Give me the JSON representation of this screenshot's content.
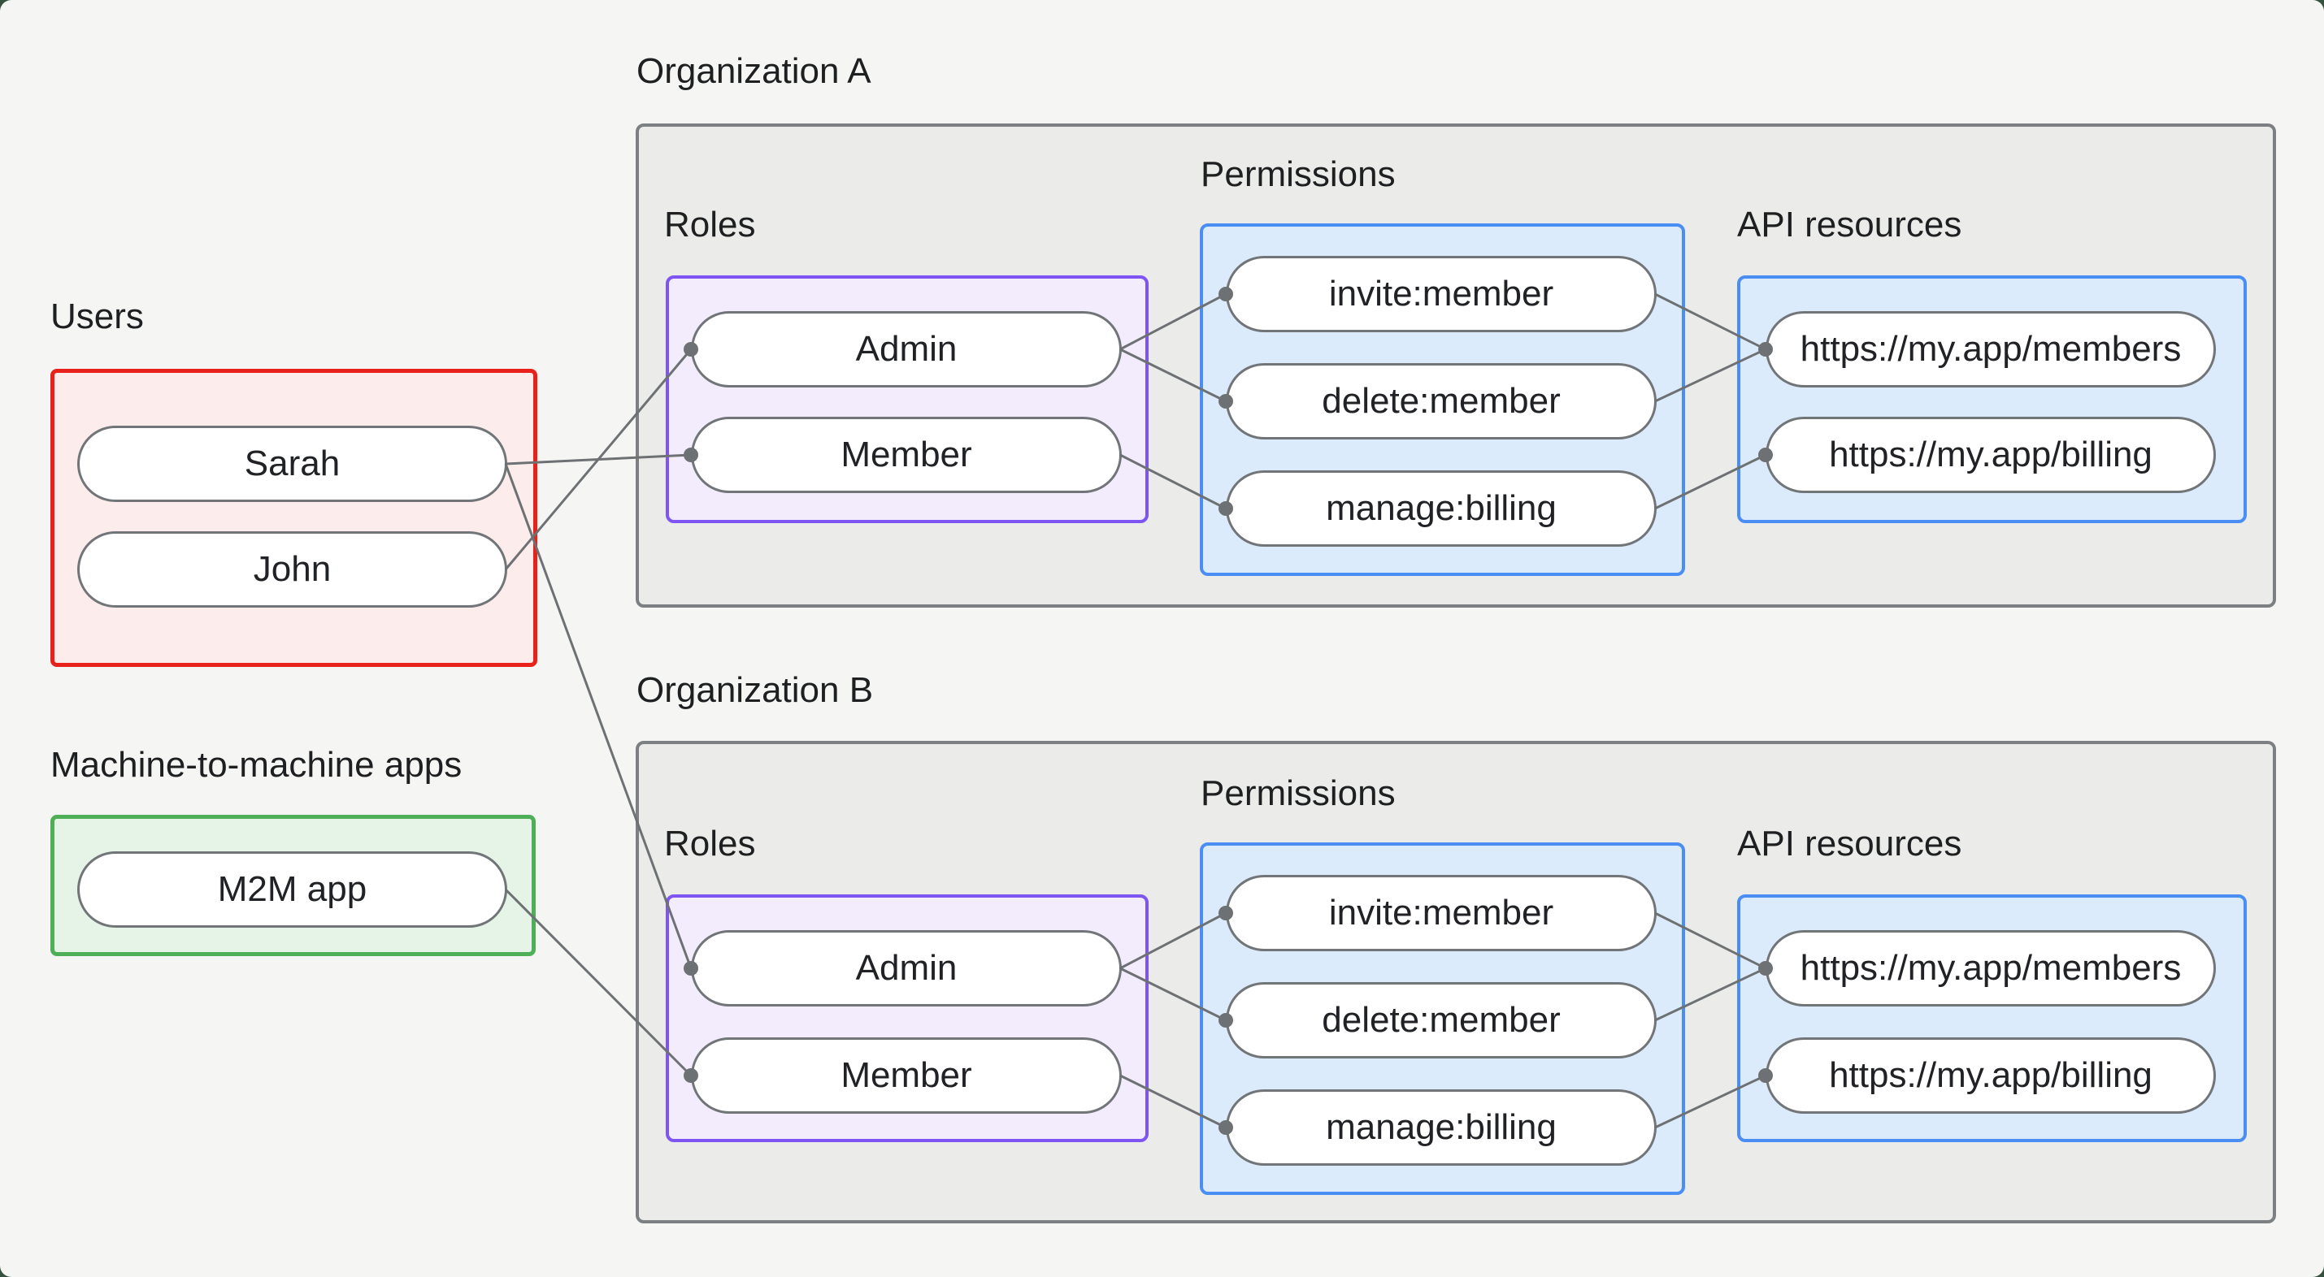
{
  "page": {
    "background": "#f5f6f4",
    "frame_background": "#35523f"
  },
  "users_section": {
    "title": "Users",
    "users": [
      {
        "id": "sarah",
        "label": "Sarah"
      },
      {
        "id": "john",
        "label": "John"
      }
    ]
  },
  "m2m_section": {
    "title": "Machine-to-machine apps",
    "apps": [
      {
        "id": "m2m",
        "label": "M2M app"
      }
    ]
  },
  "organizations": [
    {
      "title": "Organization A",
      "roles_title": "Roles",
      "permissions_title": "Permissions",
      "api_title": "API resources",
      "roles": [
        {
          "id": "a-admin",
          "label": "Admin"
        },
        {
          "id": "a-member",
          "label": "Member"
        }
      ],
      "permissions": [
        {
          "id": "a-invite",
          "label": "invite:member"
        },
        {
          "id": "a-delete",
          "label": "delete:member"
        },
        {
          "id": "a-manage",
          "label": "manage:billing"
        }
      ],
      "api_resources": [
        {
          "id": "a-members",
          "label": "https://my.app/members"
        },
        {
          "id": "a-billing",
          "label": "https://my.app/billing"
        }
      ]
    },
    {
      "title": "Organization B",
      "roles_title": "Roles",
      "permissions_title": "Permissions",
      "api_title": "API resources",
      "roles": [
        {
          "id": "b-admin",
          "label": "Admin"
        },
        {
          "id": "b-member",
          "label": "Member"
        }
      ],
      "permissions": [
        {
          "id": "b-invite",
          "label": "invite:member"
        },
        {
          "id": "b-delete",
          "label": "delete:member"
        },
        {
          "id": "b-manage",
          "label": "manage:billing"
        }
      ],
      "api_resources": [
        {
          "id": "b-members",
          "label": "https://my.app/members"
        },
        {
          "id": "b-billing",
          "label": "https://my.app/billing"
        }
      ]
    }
  ],
  "edges": [
    {
      "from": "sarah",
      "to": "a-member"
    },
    {
      "from": "john",
      "to": "a-admin"
    },
    {
      "from": "sarah",
      "to": "b-admin"
    },
    {
      "from": "m2m",
      "to": "b-member"
    },
    {
      "from": "a-admin",
      "to": "a-invite"
    },
    {
      "from": "a-admin",
      "to": "a-delete"
    },
    {
      "from": "a-member",
      "to": "a-manage"
    },
    {
      "from": "a-invite",
      "to": "a-members"
    },
    {
      "from": "a-delete",
      "to": "a-members"
    },
    {
      "from": "a-manage",
      "to": "a-billing"
    },
    {
      "from": "b-admin",
      "to": "b-invite"
    },
    {
      "from": "b-admin",
      "to": "b-delete"
    },
    {
      "from": "b-member",
      "to": "b-manage"
    },
    {
      "from": "b-invite",
      "to": "b-members"
    },
    {
      "from": "b-delete",
      "to": "b-members"
    },
    {
      "from": "b-manage",
      "to": "b-billing"
    }
  ],
  "style": {
    "edge_color": "#6e7173",
    "edge_width": 3,
    "dot_color": "#6e7173",
    "dot_radius": 9,
    "users_border": "#e8221b",
    "m2m_border": "#4fae58",
    "roles_border": "#7e55f2",
    "permissions_border": "#4b8ef3",
    "org_border": "#7c8082"
  }
}
